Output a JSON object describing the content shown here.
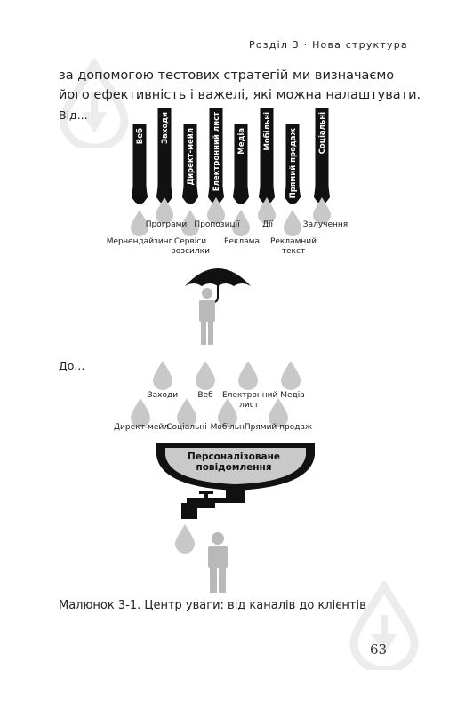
{
  "header": {
    "running_title": "Розділ 3 · Нова структура"
  },
  "body": {
    "paragraph": "за допомогою тестових стратегій ми визначаємо його ефектив­ність і важелі, які можна налаштувати."
  },
  "figure": {
    "from_label": "Від...",
    "to_label": "До...",
    "pipes": [
      "Веб",
      "Заходи",
      "Директ-мейл",
      "Електронний лист",
      "Медіа",
      "Мобільні",
      "Прямий продаж",
      "Соціальні"
    ],
    "from_upper_labels": [
      "Програми",
      "Пропозиції",
      "Дії",
      "Залучення"
    ],
    "from_lower_labels": [
      "Мерчендайзинг",
      "Сервіси розсилки",
      "Реклама",
      "Рекламний текст"
    ],
    "to_upper_labels": [
      "Заходи",
      "Веб",
      "Електронний лист",
      "Медіа"
    ],
    "to_lower_labels": [
      "Директ-мейл",
      "Соціальні",
      "Мобільні",
      "Прямий продаж"
    ],
    "bowl_text": "Персоналізоване повідомлення"
  },
  "caption": "Малюнок 3-1. Центр уваги: від каналів до клієнтів",
  "page_number": "63",
  "colors": {
    "ink": "#111111",
    "drop": "#c8c8c8",
    "person": "#b9b9b9",
    "watermark": "#eeeeee"
  }
}
